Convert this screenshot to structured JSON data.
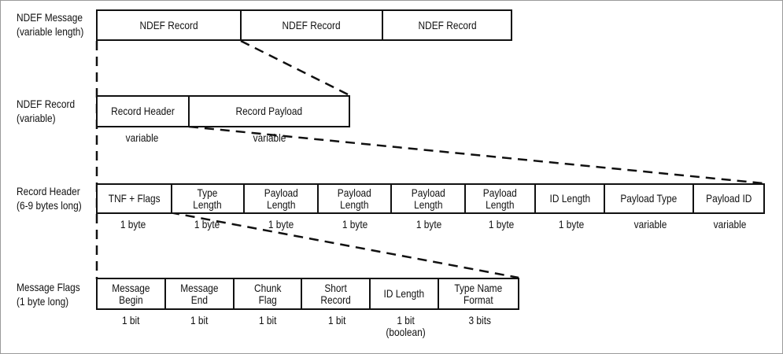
{
  "message": {
    "label": [
      "NDEF Message",
      "(variable length)"
    ],
    "cells": [
      [
        "NDEF Record"
      ],
      [
        "NDEF Record"
      ],
      [
        "NDEF Record"
      ]
    ]
  },
  "record": {
    "label": [
      "NDEF Record",
      "(variable)"
    ],
    "cells": [
      [
        "Record Header"
      ],
      [
        "Record Payload"
      ]
    ],
    "sizes": [
      [
        "variable"
      ],
      [
        "variable"
      ]
    ]
  },
  "header": {
    "label": [
      "Record Header",
      "(6-9 bytes long)"
    ],
    "cells": [
      [
        "TNF + Flags"
      ],
      [
        "Type",
        "Length"
      ],
      [
        "Payload",
        "Length"
      ],
      [
        "Payload",
        "Length"
      ],
      [
        "Payload",
        "Length"
      ],
      [
        "Payload",
        "Length"
      ],
      [
        "ID Length"
      ],
      [
        "Payload Type"
      ],
      [
        "Payload ID"
      ]
    ],
    "sizes": [
      [
        "1 byte"
      ],
      [
        "1 byte"
      ],
      [
        "1 byte"
      ],
      [
        "1 byte"
      ],
      [
        "1 byte"
      ],
      [
        "1 byte"
      ],
      [
        "1 byte"
      ],
      [
        "variable"
      ],
      [
        "variable"
      ]
    ]
  },
  "flags": {
    "label": [
      "Message Flags",
      "(1 byte long)"
    ],
    "cells": [
      [
        "Message",
        "Begin"
      ],
      [
        "Message",
        "End"
      ],
      [
        "Chunk",
        "Flag"
      ],
      [
        "Short",
        "Record"
      ],
      [
        "ID Length"
      ],
      [
        "Type Name",
        "Format"
      ]
    ],
    "sizes": [
      [
        "1 bit"
      ],
      [
        "1 bit"
      ],
      [
        "1 bit"
      ],
      [
        "1 bit"
      ],
      [
        "1 bit",
        "(boolean)"
      ],
      [
        "3 bits"
      ]
    ]
  }
}
